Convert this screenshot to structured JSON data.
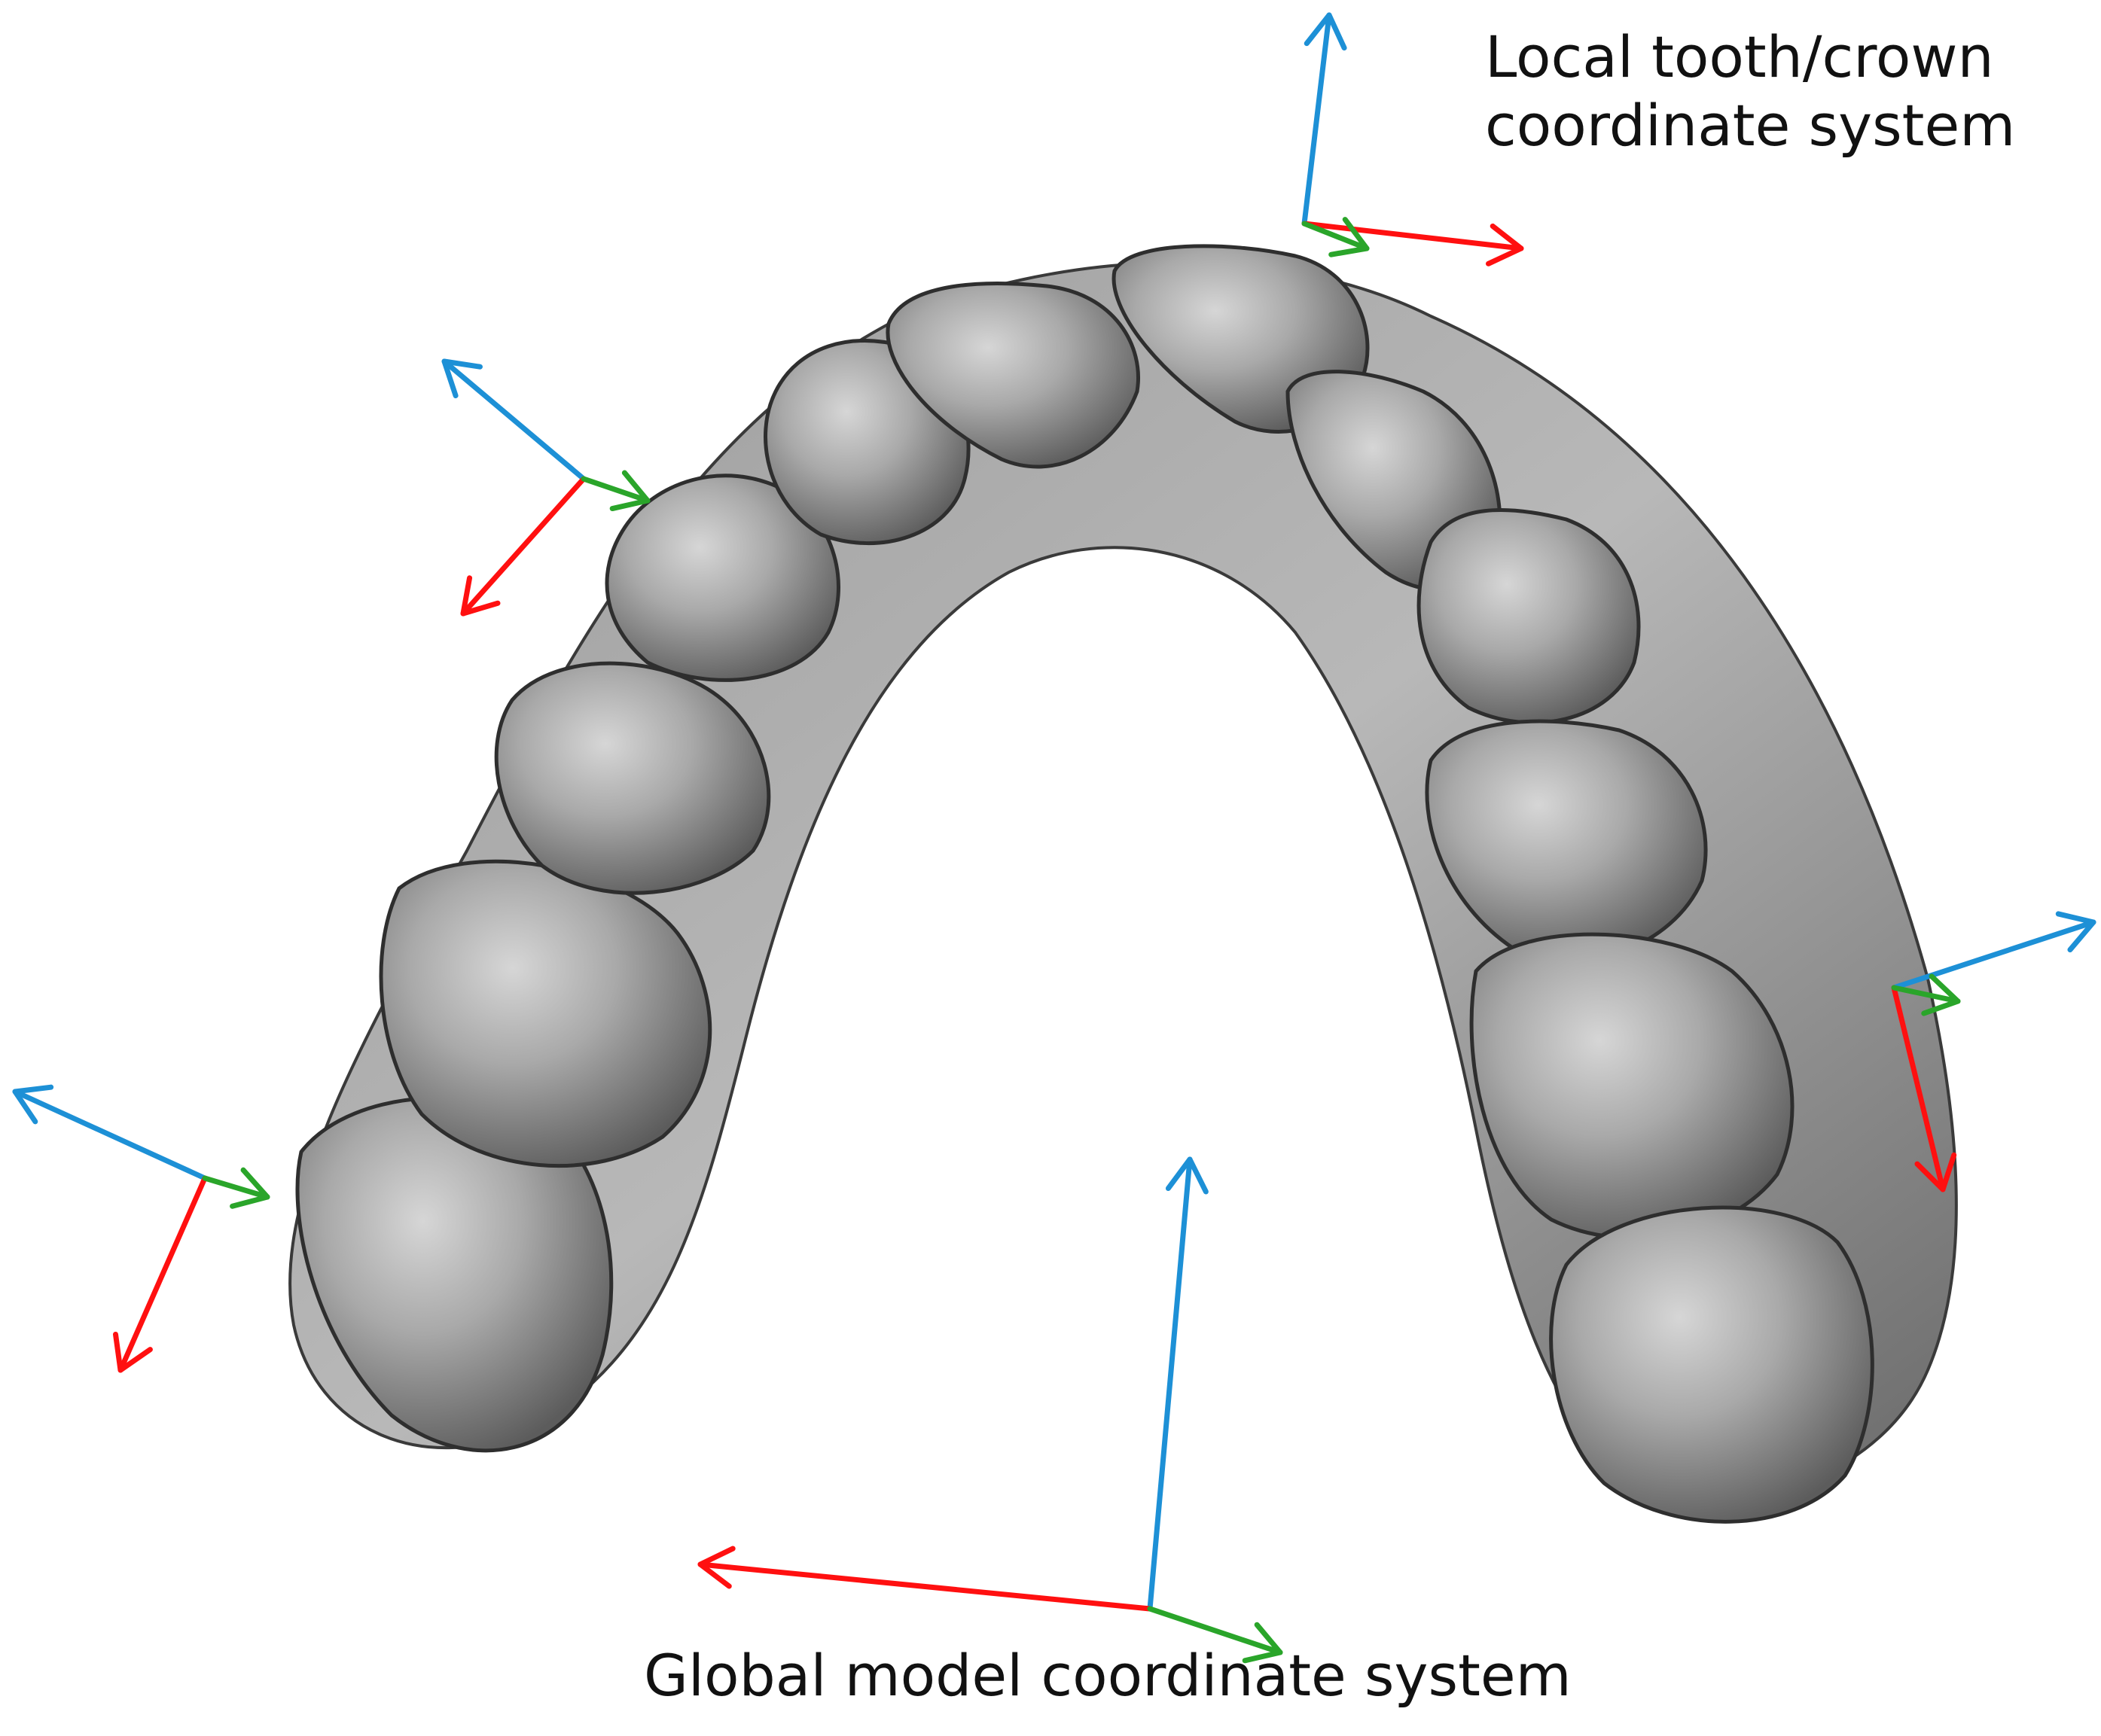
{
  "labels": {
    "local_line1": "Local tooth/crown",
    "local_line2": "coordinate system",
    "global": "Global model coordinate system"
  },
  "colors": {
    "axis_x": "#ff1010",
    "axis_y": "#2aa52a",
    "axis_z": "#1d90d6",
    "tooth": "#8f8f8f",
    "gum": "#a0a0a0"
  },
  "figure": {
    "subject": "dental arch scan (upper jaw, occlusal view)",
    "axis_triads": 5
  }
}
